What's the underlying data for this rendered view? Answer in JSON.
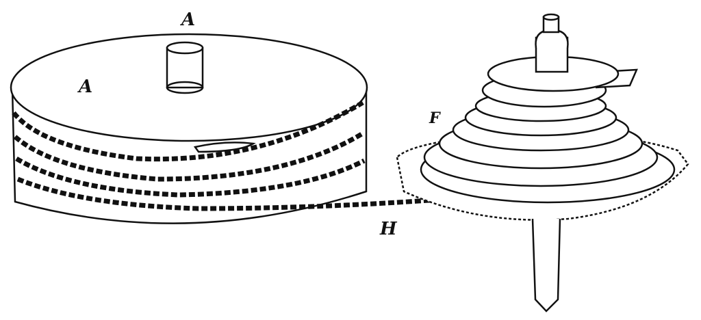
{
  "labels": {
    "barrel_top": "A",
    "barrel_face": "A",
    "fusee": "F",
    "chain": "H"
  },
  "colors": {
    "ink": "#111111",
    "paper": "#ffffff"
  }
}
